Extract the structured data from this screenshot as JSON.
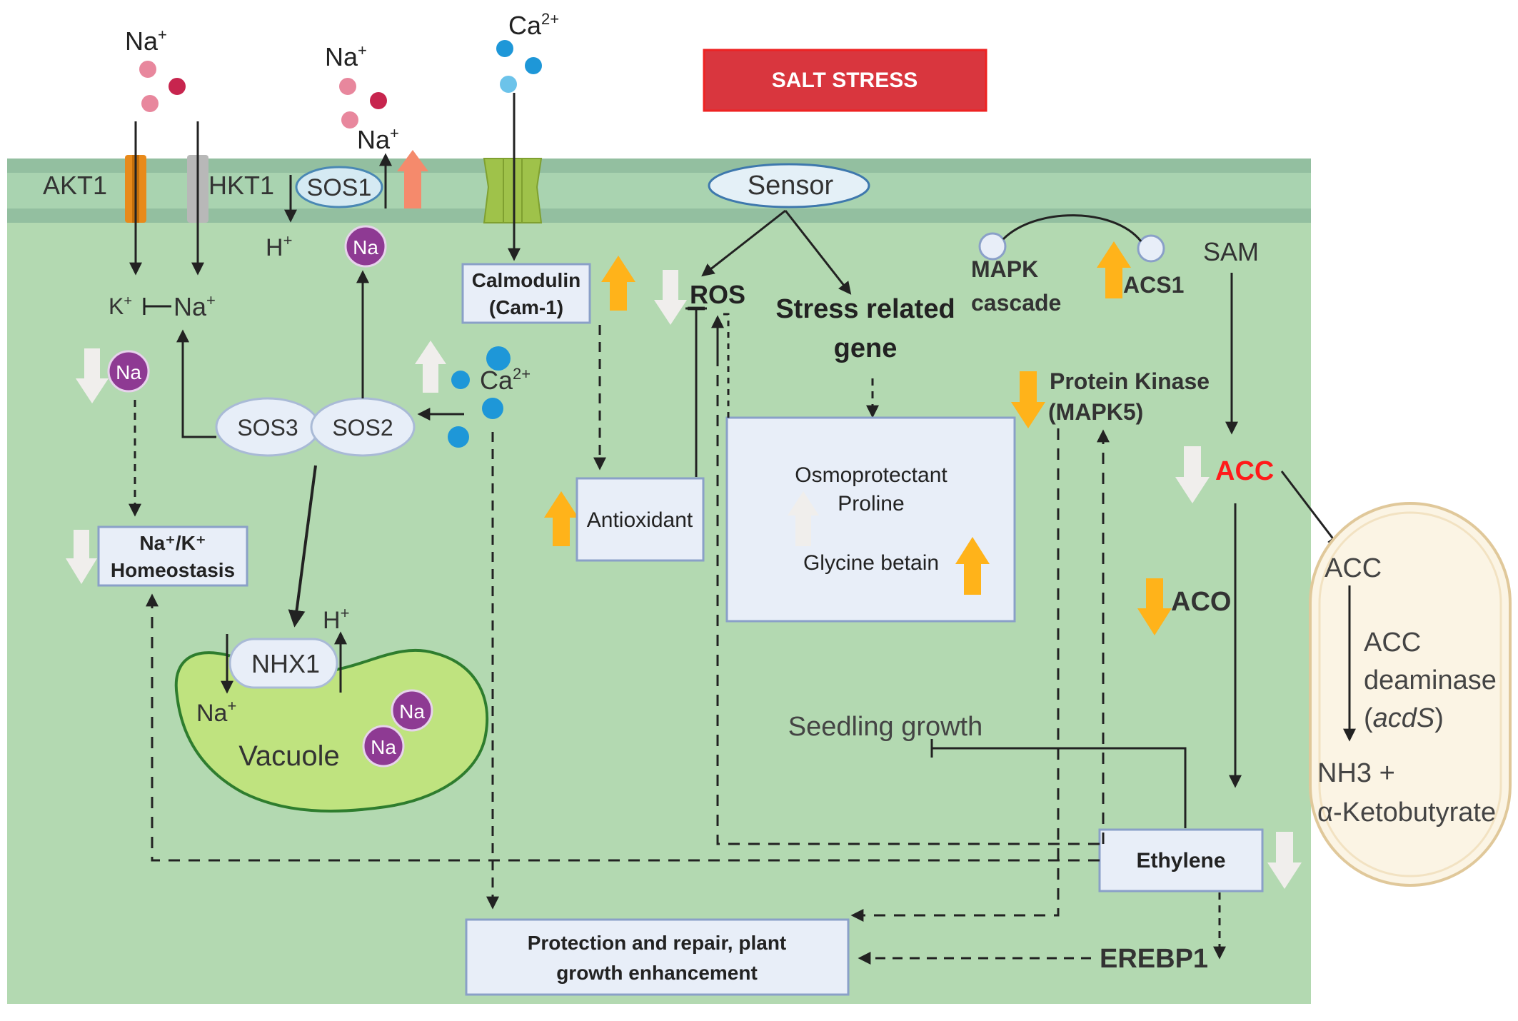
{
  "header": {
    "title": "SALT STRESS"
  },
  "ions": {
    "na_top_left": "Na",
    "na_top_mid": "Na",
    "na_sos1_out": "Na",
    "ca_top": "Ca",
    "ca_top_charge": "2+",
    "na_charge": "+",
    "h_left": "H",
    "h_charge": "+",
    "k_ion": "K",
    "k_charge": "+",
    "na_inhibited": "Na",
    "ca_inside": "Ca",
    "ca_inside_charge": "2+",
    "h_vacuole": "H",
    "na_vacuole": "Na",
    "na_badge": "Na"
  },
  "transporters": {
    "akt1": "AKT1",
    "hkt1": "HKT1",
    "sos1": "SOS1",
    "sos2": "SOS2",
    "sos3": "SOS3",
    "nhx1": "NHX1",
    "sensor": "Sensor"
  },
  "nodes": {
    "calmodulin_line1": "Calmodulin",
    "calmodulin_line2": "(Cam-1)",
    "ros": "ROS",
    "stress_gene_line1": "Stress related",
    "stress_gene_line2": "gene",
    "mapk_line1": "MAPK",
    "mapk_line2": "cascade",
    "acs1": "ACS1",
    "sam": "SAM",
    "protein_kinase_line1": "Protein Kinase",
    "protein_kinase_line2": "(MAPK5)",
    "acc": "ACC",
    "aco": "ACO",
    "antioxidant": "Antioxidant",
    "osmo_line1": "Osmoprotectant",
    "osmo_line2": "Proline",
    "glycine": "Glycine betain",
    "homeostasis_line1": "Na⁺/K⁺",
    "homeostasis_line2": "Homeostasis",
    "vacuole": "Vacuole",
    "seedling": "Seedling growth",
    "ethylene": "Ethylene",
    "erebp1": "EREBP1",
    "protection_line1": "Protection and repair, plant",
    "protection_line2": "growth enhancement"
  },
  "bacterium": {
    "acc": "ACC",
    "enzyme_line1": "ACC",
    "enzyme_line2": "deaminase",
    "enzyme_line3_open": "(",
    "enzyme_line3_gene": "acdS",
    "enzyme_line3_close": ")",
    "product_line1": "NH3 +",
    "product_line2": "α-Ketobutyrate"
  },
  "colors": {
    "cell": "#b3d9b1",
    "membrane": "#9ec9aa",
    "vacuole": "#bfe37f",
    "title_red": "#d9363e",
    "acc_red": "#ff1a1a",
    "up_orange": "#ffb31a",
    "up_salmon": "#f58a6c",
    "down_white": "#f0eeec",
    "ion_na": "#8e3a93",
    "ion_ca": "#1e97d8",
    "dot_pink": "#e8879d",
    "dot_red": "#c7254e"
  }
}
